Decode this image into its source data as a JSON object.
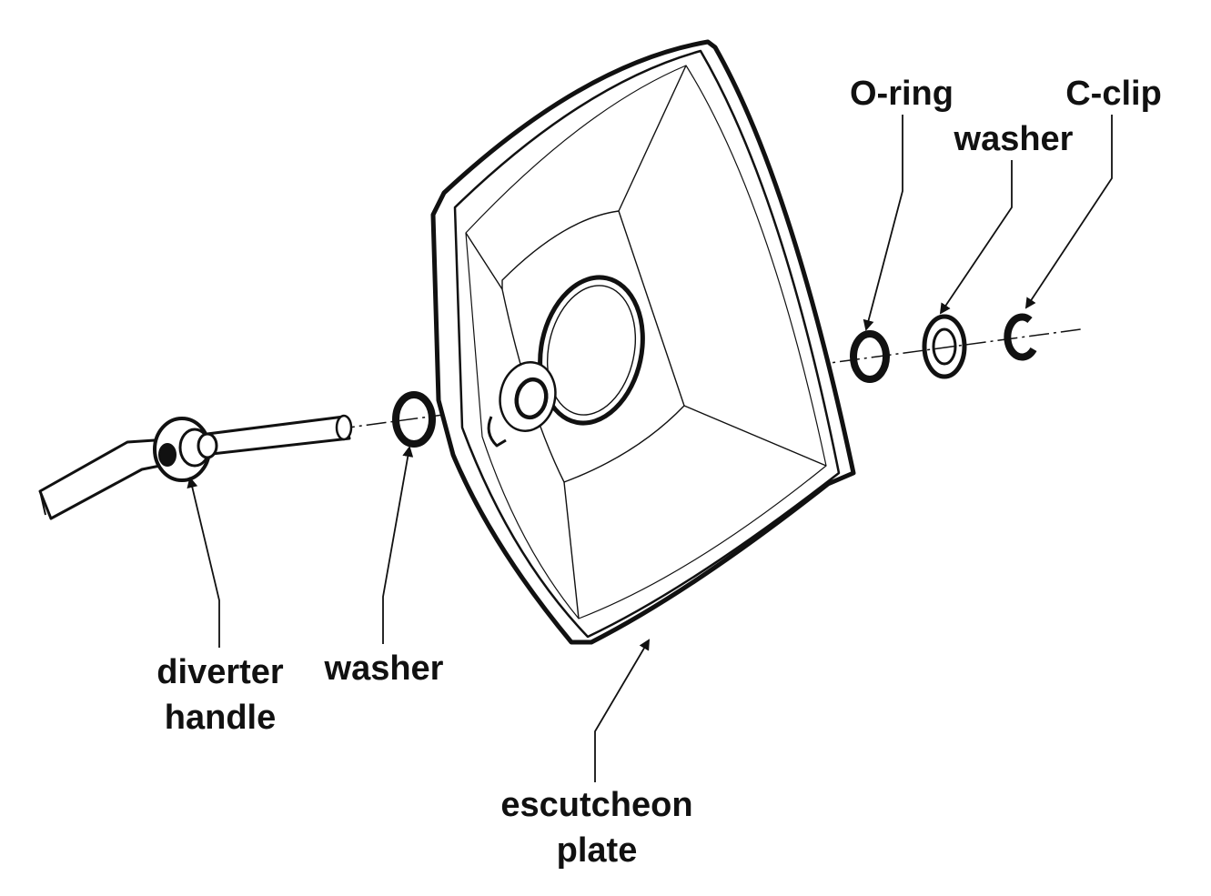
{
  "labels": {
    "o_ring": "O-ring",
    "washer_right": "washer",
    "c_clip": "C-clip",
    "diverter_handle": [
      "diverter",
      "handle"
    ],
    "washer_left": "washer",
    "escutcheon_plate": [
      "escutcheon",
      "plate"
    ]
  },
  "colors": {
    "ink": "#111111",
    "background": "#ffffff"
  }
}
